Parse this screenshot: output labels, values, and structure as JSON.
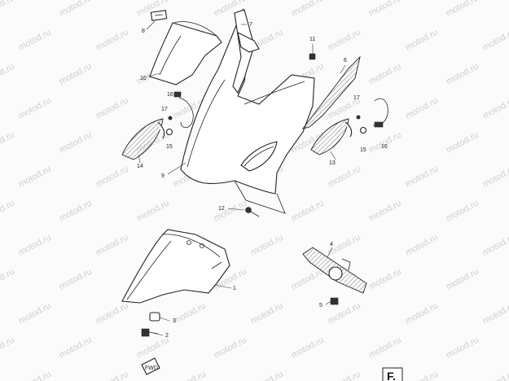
{
  "watermark": "motod.ru",
  "corner_label": "F.",
  "fwd_label": "FWD",
  "callouts": {
    "c1": "1",
    "c2": "2",
    "c3": "3",
    "c4": "4",
    "c5": "5",
    "c6": "6",
    "c7": "7",
    "c8": "8",
    "c9": "9",
    "c10": "10",
    "c11": "11",
    "c12": "12",
    "c13": "13",
    "c14": "14",
    "c15a": "15",
    "c15b": "15",
    "c16a": "16",
    "c16b": "16",
    "c17a": "17",
    "c17b": "17"
  }
}
